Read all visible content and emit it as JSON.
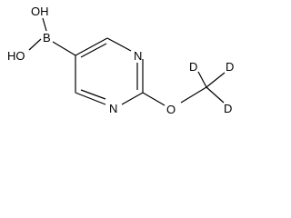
{
  "molecule": {
    "atoms": {
      "oh_top": "OH",
      "oh_bottom": "HO",
      "boron": "B",
      "n_upper": "N",
      "n_lower": "N",
      "oxygen": "O",
      "d_top": "D",
      "d_right": "D",
      "d_lower": "D"
    }
  }
}
